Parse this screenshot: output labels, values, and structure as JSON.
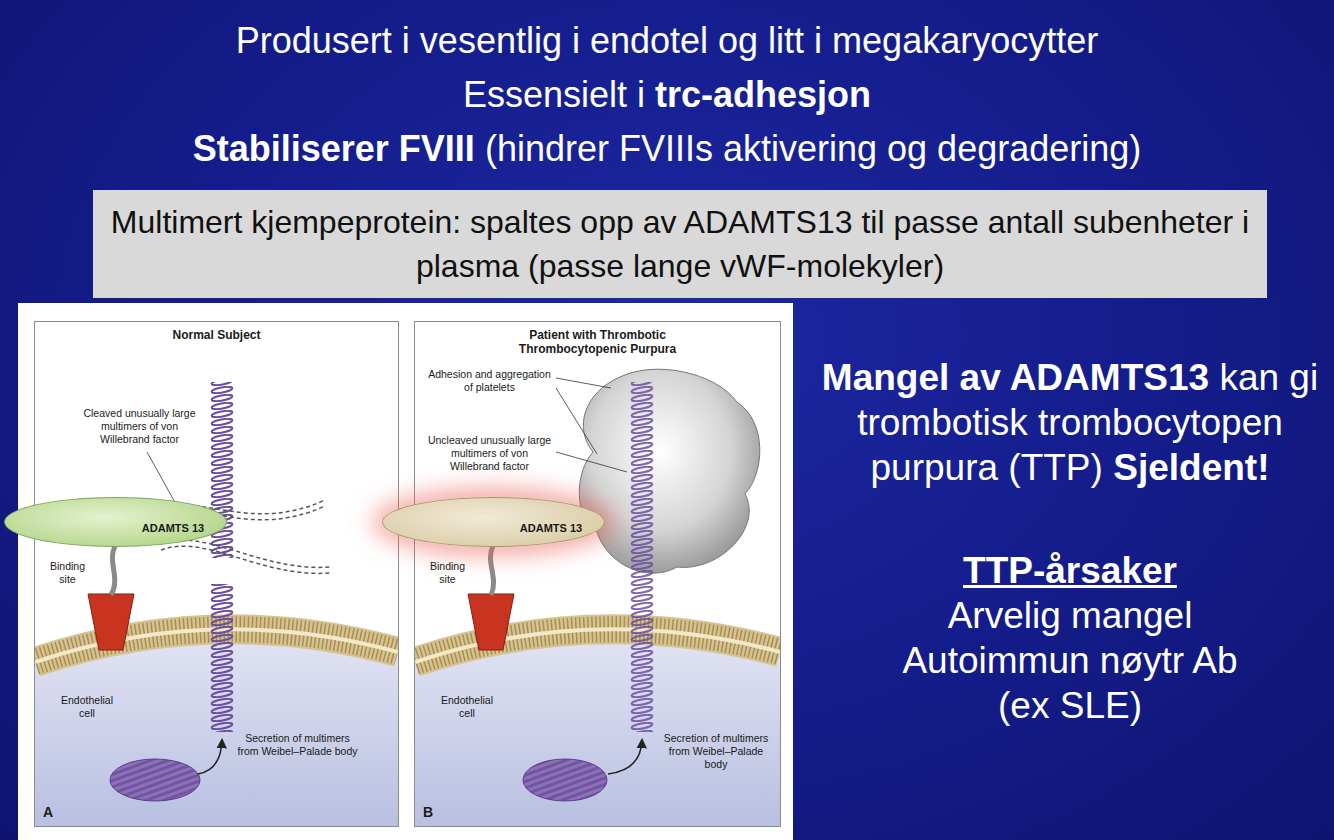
{
  "diagram": {
    "title": "Produsert i vesentlig i endotel og litt i megakaryocytter",
    "nodes": [
      {
        "text": [
          "Multimert kjempeprotein: spaltes opp av ADAMTS13 til passe antall subenheter i plasma (passe lange vWF-molekyler)"
        ]
      },
      {
        "text": [
          "Normal Subject"
        ]
      },
      {
        "text": [
          "ADAMTS 13"
        ],
        "in": 1
      },
      {
        "text": [
          "Patient with Thrombotic Thrombocytopenic Purpura"
        ]
      },
      {
        "text": [
          "ADAMTS 13"
        ],
        "in": 3
      }
    ],
    "labels": [
      "Essensielt i",
      "trc-adhesjon",
      "Stabiliserer FVIII",
      "(hindrer FVIIIs aktivering og degradering)",
      "Cleaved unusually large multimers of von Willebrand factor",
      "Binding site",
      "Endothelial cell",
      "Secretion of multimers from Weibel–Palade body",
      "A",
      "Adhesion and aggregation of platelets",
      "Uncleaved unusually large multimers of von Willebrand factor",
      "Binding site",
      "Endothelial cell",
      "Secretion of multimers from Weibel–Palade body",
      "B",
      "Mangel av ADAMTS13",
      "kan gi trombotisk trombocytopen purpura (TTP)",
      "Sjeldent!",
      "TTP-årsaker",
      "Arvelig mangel",
      "Autoimmun nøytr Ab",
      "(ex SLE)"
    ]
  }
}
